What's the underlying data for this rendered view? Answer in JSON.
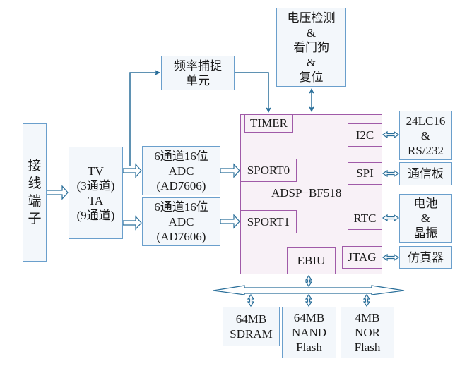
{
  "diagram": {
    "terminal": {
      "lines": [
        "接",
        "线",
        "端",
        "子"
      ]
    },
    "transformer": {
      "lines": [
        "TV",
        "(3通道)",
        "TA",
        "(9通道)"
      ]
    },
    "adc1": {
      "lines": [
        "6通道16位",
        "ADC",
        "(AD7606)"
      ]
    },
    "adc2": {
      "lines": [
        "6通道16位",
        "ADC",
        "(AD7606)"
      ]
    },
    "freq_capture": {
      "lines": [
        "频率捕捉",
        "单元"
      ]
    },
    "supervisor": {
      "lines": [
        "电压检测",
        "&",
        "看门狗",
        "&",
        "复位"
      ]
    },
    "cpu": {
      "name": "ADSP−BF518",
      "ports": {
        "timer": "TIMER",
        "sport0": "SPORT0",
        "sport1": "SPORT1",
        "i2c": "I2C",
        "spi": "SPI",
        "rtc": "RTC",
        "jtag": "JTAG",
        "ebiu": "EBIU"
      }
    },
    "eeprom_serial": {
      "lines": [
        "24LC16",
        "&",
        "RS/232"
      ]
    },
    "comm_board": {
      "lines": [
        "通信板"
      ]
    },
    "battery_crystal": {
      "lines": [
        "电池",
        "&",
        "晶振"
      ]
    },
    "emulator": {
      "lines": [
        "仿真器"
      ]
    },
    "sdram": {
      "lines": [
        "64MB",
        "SDRAM"
      ]
    },
    "nand": {
      "lines": [
        "64MB",
        "NAND",
        "Flash"
      ]
    },
    "nor": {
      "lines": [
        "4MB",
        "NOR",
        "Flash"
      ]
    },
    "colors": {
      "box_border": "#6a9fcc",
      "box_fill": "#f3f7fb",
      "cpu_border": "#a05aa8",
      "cpu_fill": "#f8f1f7",
      "arrow": "#2a6f9a"
    }
  }
}
